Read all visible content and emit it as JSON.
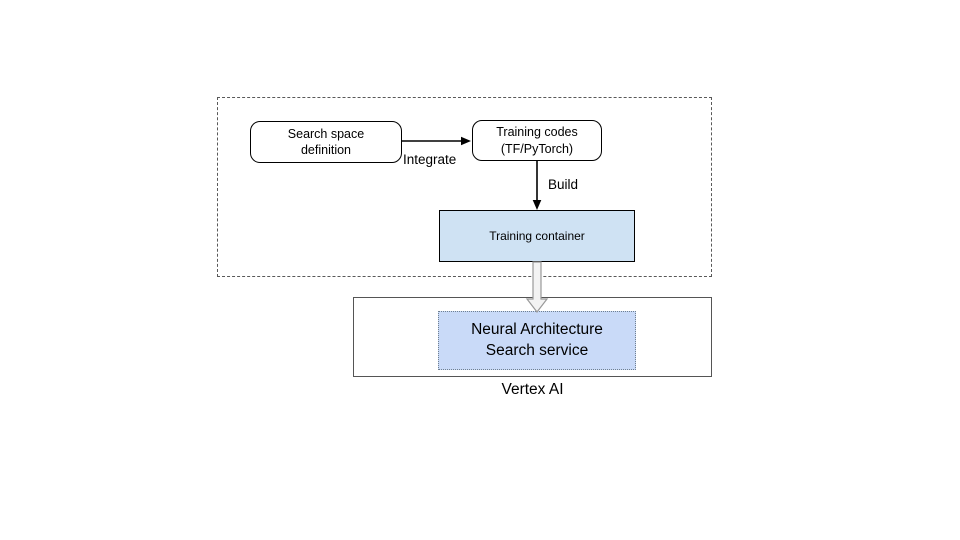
{
  "diagram": {
    "dev_group": {
      "nodes": {
        "search_space": {
          "label": "Search space\ndefinition",
          "fill": "#ffffff"
        },
        "training_codes": {
          "label": "Training codes\n(TF/PyTorch)",
          "fill": "#ffffff"
        },
        "training_container": {
          "label": "Training container",
          "fill": "#cfe2f3"
        }
      },
      "edges": {
        "integrate": {
          "label": "Integrate"
        },
        "build": {
          "label": "Build"
        }
      }
    },
    "vertex_group": {
      "label": "Vertex AI",
      "nodes": {
        "nas_service": {
          "label": "Neural Architecture\nSearch service",
          "fill": "#c9daf8"
        }
      }
    },
    "colors": {
      "node_border": "#000000",
      "group_dashed_border": "#595959",
      "vertex_rect_border": "#555555",
      "nas_dotted_border": "#708090",
      "arrow": "#000000",
      "thick_arrow_fill": "#f3f3f3",
      "thick_arrow_stroke": "#999999",
      "background": "#ffffff"
    }
  }
}
